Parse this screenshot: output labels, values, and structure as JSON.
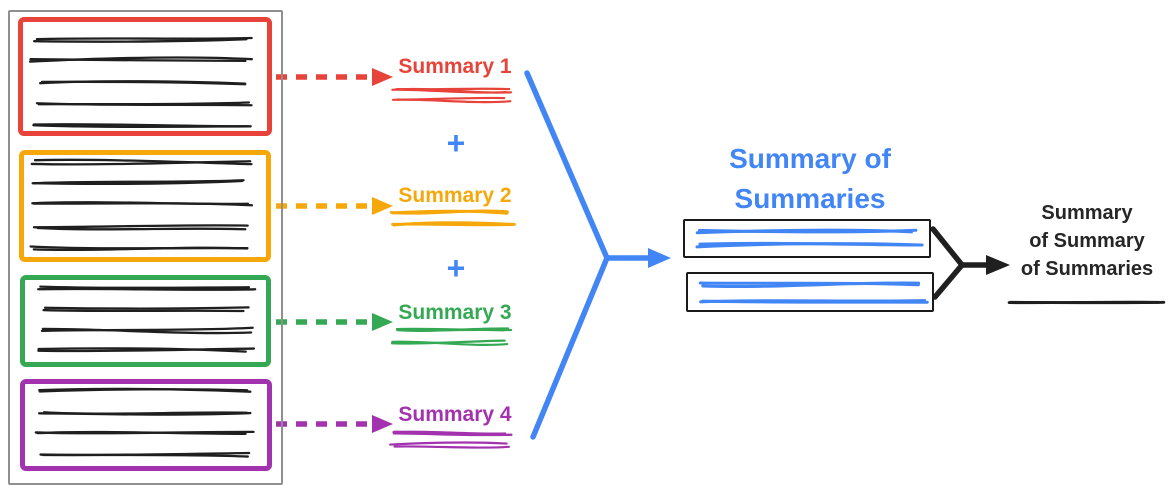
{
  "summaries": [
    {
      "text": "Summary 1",
      "color": "#e8433a"
    },
    {
      "text": "Summary 2",
      "color": "#f6a70a"
    },
    {
      "text": "Summary 3",
      "color": "#34a853"
    },
    {
      "text": "Summary 4",
      "color": "#a232ad"
    }
  ],
  "plus": "+",
  "summary_of_summaries": {
    "line1": "Summary of",
    "line2": "Summaries",
    "color": "#4285f4"
  },
  "final_summary": {
    "line1": "Summary",
    "line2": "of Summary",
    "line3": "of Summaries",
    "color": "#262626"
  },
  "colors": {
    "doc1_border": "#e8433a",
    "doc2_border": "#f6a70a",
    "doc3_border": "#34a853",
    "doc4_border": "#a232ad",
    "merge_arrows": "#4285f4",
    "document_ink": "#1f1f1f",
    "stack_border": "#8f8f8f"
  }
}
